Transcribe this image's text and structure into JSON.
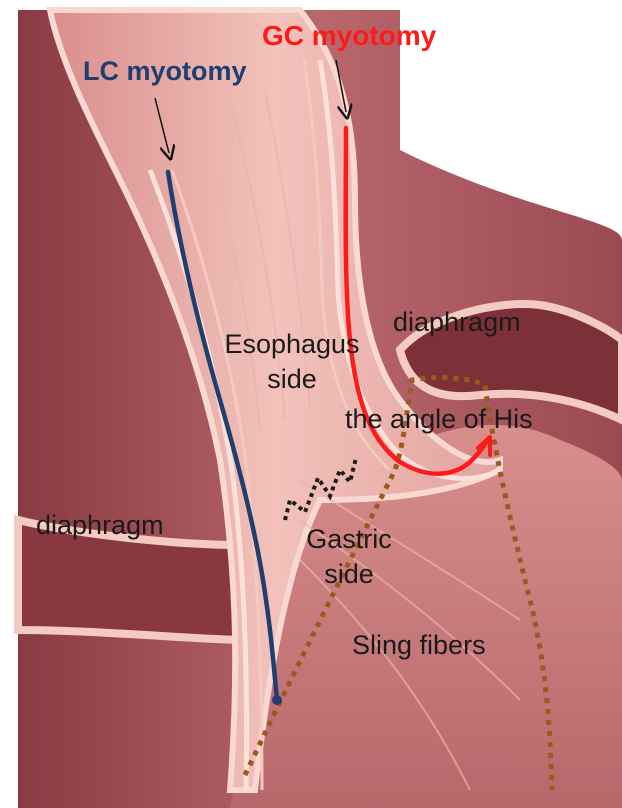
{
  "labels": {
    "gc_myotomy": "GC myotomy",
    "lc_myotomy": "LC myotomy",
    "diaphragm_right": "diaphragm",
    "esophagus_side_line1": "Esophagus",
    "esophagus_side_line2": "side",
    "angle_of_his": "the angle of His",
    "diaphragm_left": "diaphragm",
    "gastric_side_line1": "Gastric",
    "gastric_side_line2": "side",
    "sling_fibers": "Sling fibers"
  },
  "colors": {
    "gc_myotomy": "#ff1a1a",
    "lc_myotomy": "#1f3f70",
    "sling_fibers_outline": "#9a5a1e",
    "annotation_text": "#1a1a1a"
  }
}
